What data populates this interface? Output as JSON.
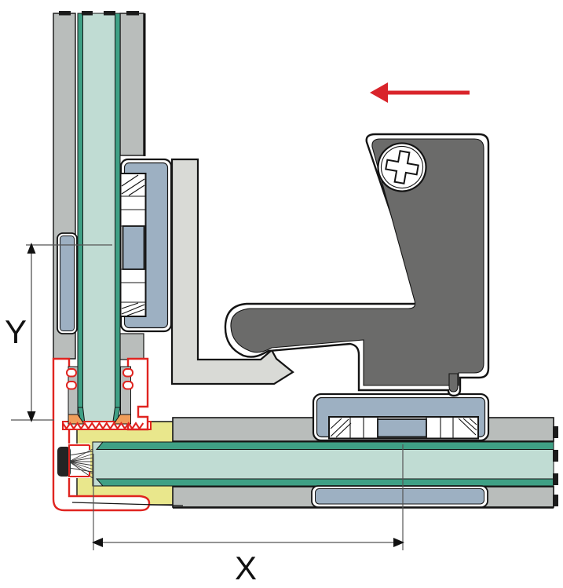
{
  "labels": {
    "dim_x": "X",
    "dim_y": "Y"
  },
  "annotations": {
    "direction_arrow": "left"
  },
  "palette": {
    "outline": "#141414",
    "panel_core": "#b9bdbb",
    "glass_tint": "#c0dcd3",
    "glass_coat": "#3fa085",
    "fitting_blue": "#9db0c2",
    "hinge_gray": "#6b6b6a",
    "l_profile_gray": "#d9dad6",
    "profile_red": "#e02420",
    "insert_yellow": "#e9e78c",
    "gasket_orange": "#f09d5a",
    "dim_gray": "#555555",
    "arrow_red": "#d9242b",
    "white": "#ffffff"
  }
}
